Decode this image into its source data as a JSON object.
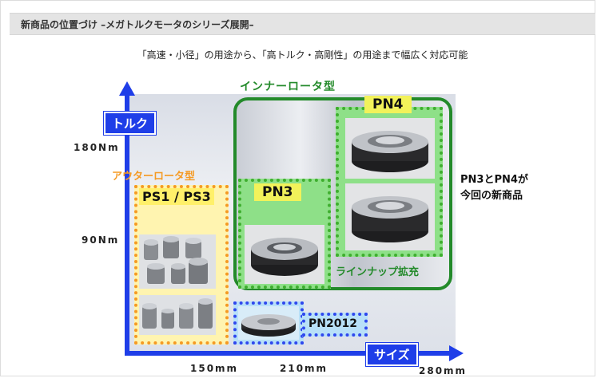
{
  "header": {
    "title": "新商品の位置づけ –メガトルクモータのシリーズ展開–"
  },
  "subtitle": "「高速・小径」の用途から、「高トルク・高剛性」の用途まで幅広く対応可能",
  "axes": {
    "y_label": "トルク",
    "x_label": "サイズ",
    "y_ticks": [
      "180Nm",
      "90Nm"
    ],
    "x_ticks": [
      "150mm",
      "210mm",
      "280mm"
    ]
  },
  "groups": {
    "outer_rotor": {
      "label": "アウターロータ型",
      "series": "PS1 / PS3"
    },
    "inner_rotor": {
      "label": "インナーロータ型",
      "lineup": "ラインナップ拡充"
    },
    "pn3": "PN3",
    "pn4": "PN4",
    "pn2012": "PN2012"
  },
  "note": {
    "line1": "PN3とPN4が",
    "line2": "今回の新商品"
  },
  "colors": {
    "axis": "#1f3ee8",
    "outer": "#f59a23",
    "inner": "#238a2a",
    "pn2012": "#2f48ee"
  }
}
